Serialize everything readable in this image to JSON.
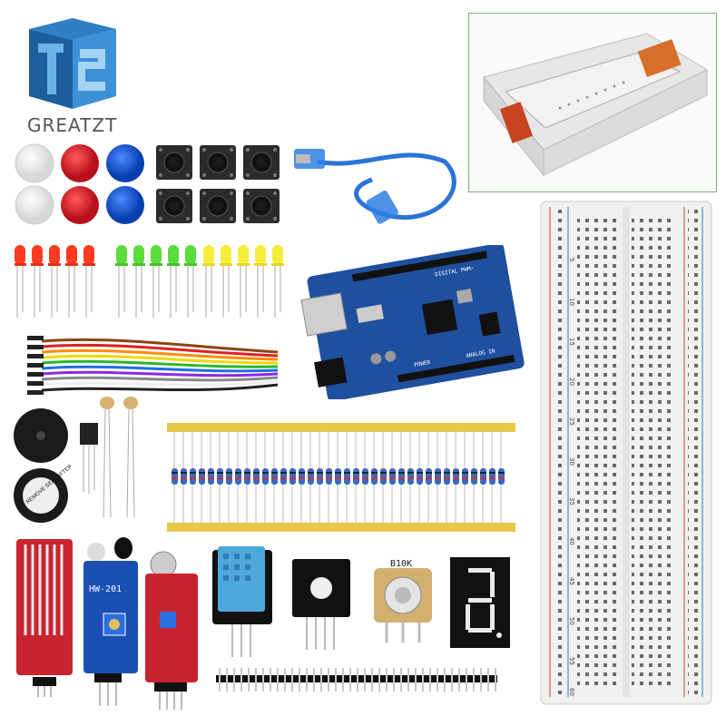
{
  "brand": {
    "name": "GREATZT",
    "logo_letters": "T2",
    "colors": {
      "logo_dark": "#1b5f9c",
      "logo_mid": "#2e7fc4",
      "logo_light": "#6bb3e6"
    }
  },
  "labels": {
    "board_digital": "DIGITAL PWM~",
    "board_power": "POWER",
    "board_analog": "ANALOG IN",
    "ir_module": "HW-201",
    "pot_value": "B10K",
    "buzzer_sticker": "REMOVE SEAL AFTER WASHING",
    "breadboard_rows": [
      "5",
      "10",
      "15",
      "20",
      "25",
      "30",
      "35",
      "40",
      "45",
      "50",
      "55",
      "60"
    ]
  },
  "colors": {
    "board_blue": "#1f4f9f",
    "breadboard": "#f1f1ef",
    "rail_red": "#d04040",
    "rail_blue": "#3a6fd0",
    "sensor_red": "#c8242f",
    "resistor_tape": "#e8c64a"
  }
}
